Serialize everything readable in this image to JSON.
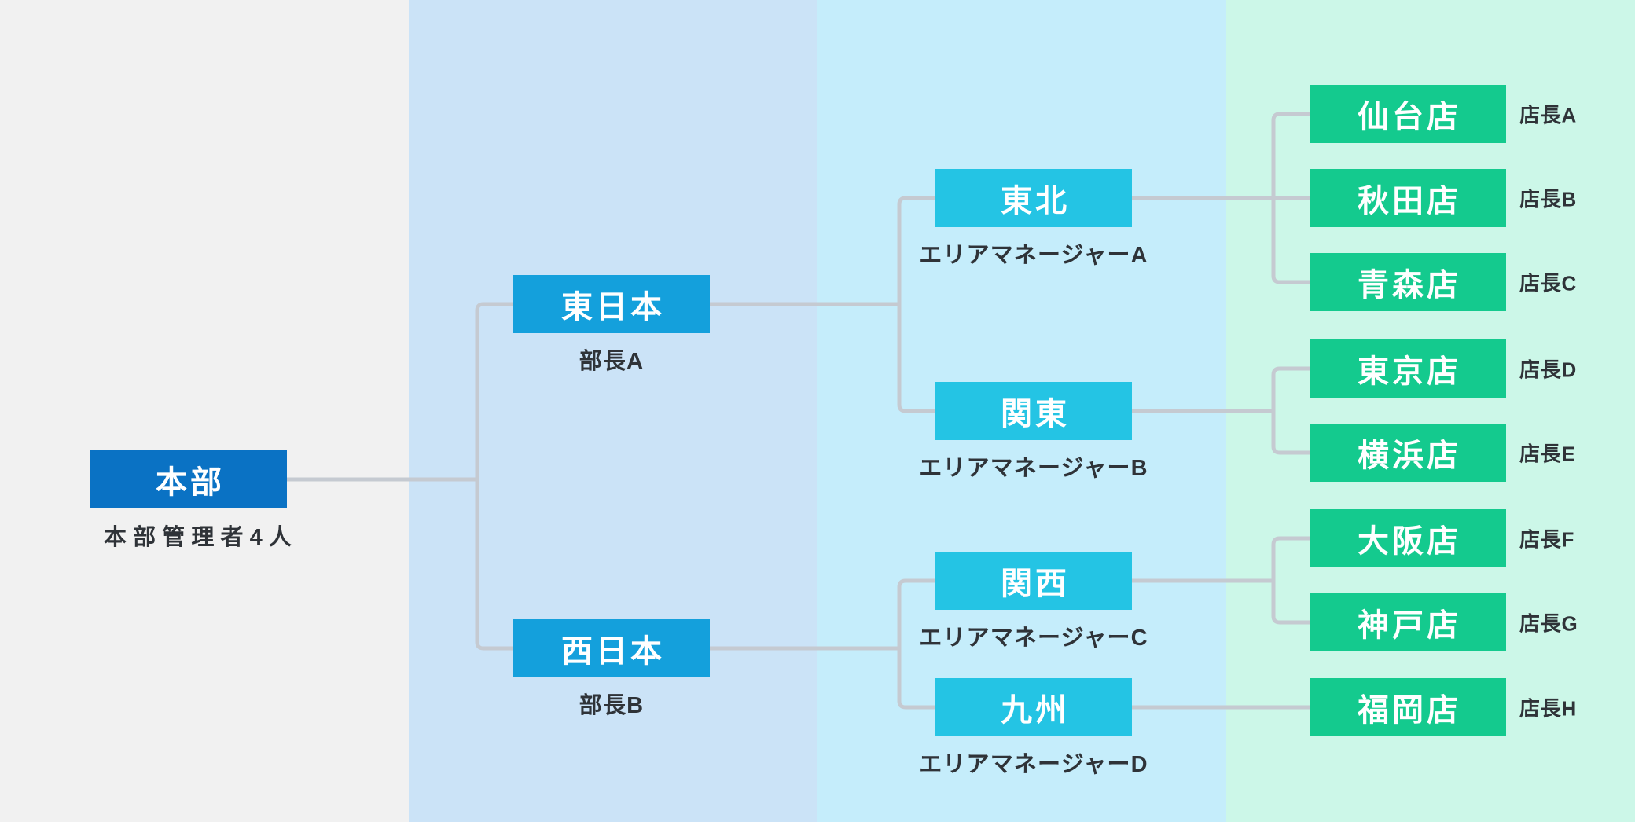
{
  "org": {
    "headquarters": {
      "label": "本部",
      "caption": "本部管理者4人"
    },
    "divisions": [
      {
        "label": "東日本",
        "caption": "部長A"
      },
      {
        "label": "西日本",
        "caption": "部長B"
      }
    ],
    "areas": [
      {
        "label": "東北",
        "caption": "エリアマネージャーA"
      },
      {
        "label": "関東",
        "caption": "エリアマネージャーB"
      },
      {
        "label": "関西",
        "caption": "エリアマネージャーC"
      },
      {
        "label": "九州",
        "caption": "エリアマネージャーD"
      }
    ],
    "stores": [
      {
        "label": "仙台店",
        "caption": "店長A"
      },
      {
        "label": "秋田店",
        "caption": "店長B"
      },
      {
        "label": "青森店",
        "caption": "店長C"
      },
      {
        "label": "東京店",
        "caption": "店長D"
      },
      {
        "label": "横浜店",
        "caption": "店長E"
      },
      {
        "label": "大阪店",
        "caption": "店長F"
      },
      {
        "label": "神戸店",
        "caption": "店長G"
      },
      {
        "label": "福岡店",
        "caption": "店長H"
      }
    ],
    "colors": {
      "headquarters_box": "#0a72c4",
      "division_box": "#14a0dc",
      "area_box": "#24c4e4",
      "store_box": "#14ca8e",
      "connector": "#c5cad1",
      "caption_text": "#2f3338",
      "box_text": "#ffffff",
      "column_backgrounds": [
        "#f1f1f1",
        "#cbe3f7",
        "#c5edfb",
        "#ccf7e8"
      ]
    }
  }
}
